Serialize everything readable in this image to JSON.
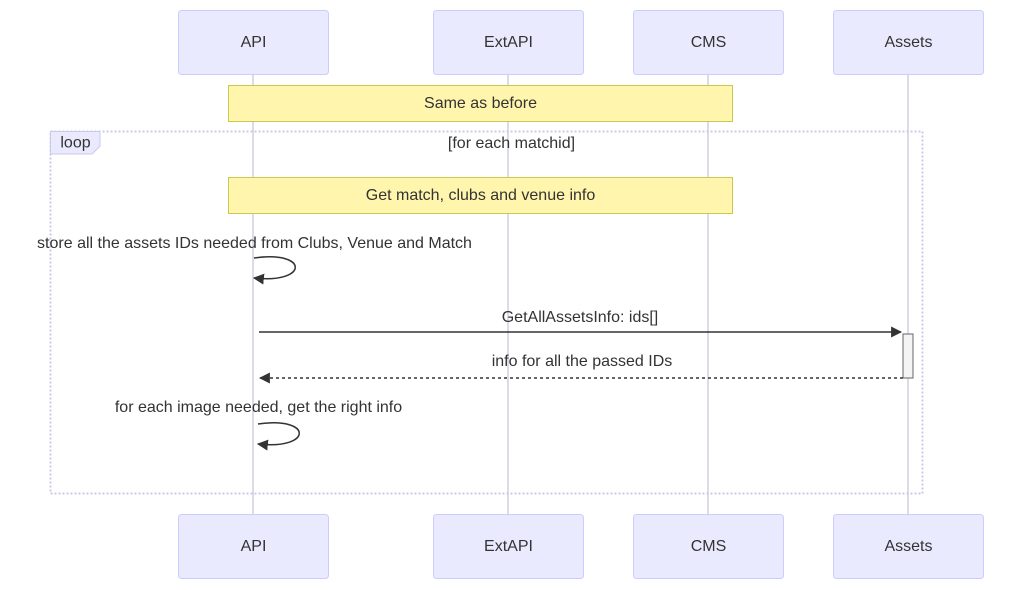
{
  "participants": [
    {
      "id": "api",
      "label": "API"
    },
    {
      "id": "extapi",
      "label": "ExtAPI"
    },
    {
      "id": "cms",
      "label": "CMS"
    },
    {
      "id": "assets",
      "label": "Assets"
    }
  ],
  "notes": [
    {
      "text": "Same as before"
    },
    {
      "text": "Get match, clubs and venue info"
    }
  ],
  "loop": {
    "keyword": "loop",
    "condition": "[for each matchid]"
  },
  "messages": [
    {
      "text": "store all the assets IDs needed from Clubs, Venue and Match",
      "from": "API",
      "to": "API",
      "style": "solid"
    },
    {
      "text": "GetAllAssetsInfo: ids[]",
      "from": "API",
      "to": "Assets",
      "style": "solid"
    },
    {
      "text": "info for all the passed IDs",
      "from": "Assets",
      "to": "API",
      "style": "dotted"
    },
    {
      "text": "for each image needed, get the right info",
      "from": "API",
      "to": "API",
      "style": "solid"
    }
  ],
  "colors": {
    "actor_fill": "#eaeaff",
    "actor_stroke": "#ccccff",
    "lifeline": "#cfcfe3",
    "note_fill": "#fff5ad",
    "note_stroke": "#c9c94d",
    "loop_border": "#c9c9e8",
    "text": "#333333",
    "arrow": "#333333"
  }
}
